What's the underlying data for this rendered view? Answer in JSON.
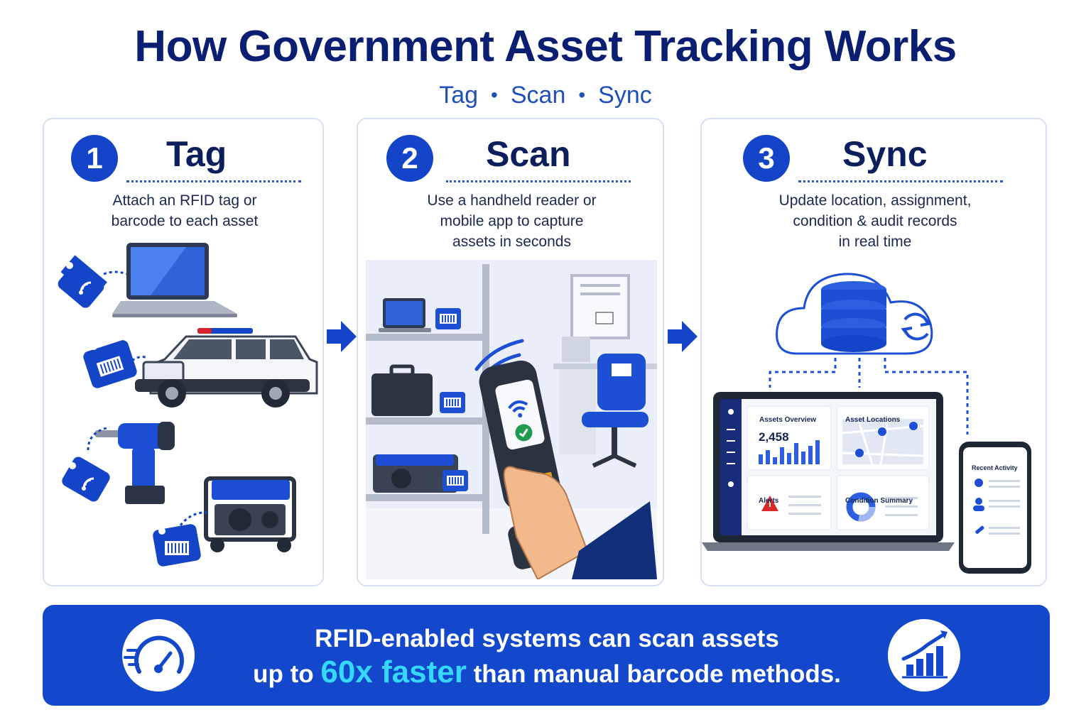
{
  "title": "How Government Asset Tracking Works",
  "subtitle": {
    "part1": "Tag",
    "part2": "Scan",
    "part3": "Sync",
    "separator": "•"
  },
  "steps": [
    {
      "number": "1",
      "title": "Tag",
      "desc_lines": [
        "Attach an RFID tag or",
        "barcode to each asset"
      ]
    },
    {
      "number": "2",
      "title": "Scan",
      "desc_lines": [
        "Use a handheld reader or",
        "mobile app to capture",
        "assets in seconds"
      ]
    },
    {
      "number": "3",
      "title": "Sync",
      "desc_lines": [
        "Update location, assignment,",
        "condition & audit records",
        "in real time"
      ]
    }
  ],
  "dashboard": {
    "card1_title": "Assets Overview",
    "card1_value": "2,458",
    "card2_title": "Asset Locations",
    "card3_title": "Alerts",
    "card4_title": "Condition Summary",
    "phone_title": "Recent Activity"
  },
  "banner": {
    "line1": "RFID-enabled systems can scan assets",
    "line2_pre": "up to",
    "highlight": "60x faster",
    "line2_post": "than manual barcode methods."
  },
  "colors": {
    "primary": "#1444c8",
    "navy": "#0b1f72",
    "highlight": "#35d8ff"
  }
}
